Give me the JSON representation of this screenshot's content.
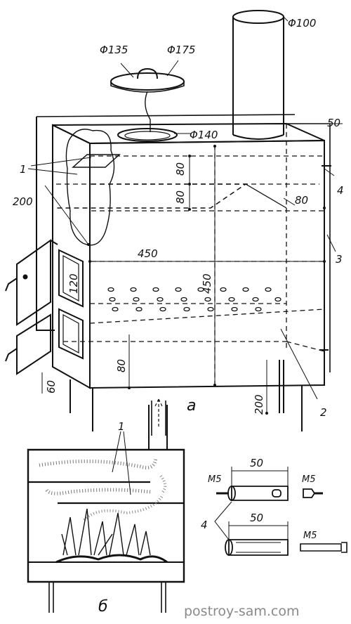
{
  "dimensions": {
    "d100": "Φ100",
    "d135": "Φ135",
    "d175": "Φ175",
    "d140": "Φ140",
    "w50_top": "50",
    "h80_a": "80",
    "h80_b": "80",
    "d80_right": "80",
    "d200": "200",
    "w450": "450",
    "h450": "450",
    "h120": "120",
    "h80_grate": "80",
    "h60": "60",
    "h200_leg": "200"
  },
  "callouts": {
    "c1a": "1",
    "c1b": "1",
    "c2": "2",
    "c3": "3",
    "c4a": "4",
    "c4b": "4"
  },
  "view_labels": {
    "a": "а",
    "b": "б"
  },
  "detail4": {
    "m5_left": "M5",
    "m5_right_top": "M5",
    "m5_right_bottom": "M5",
    "len_top": "50",
    "len_bottom": "50"
  },
  "watermark": "postroy-sam.com"
}
